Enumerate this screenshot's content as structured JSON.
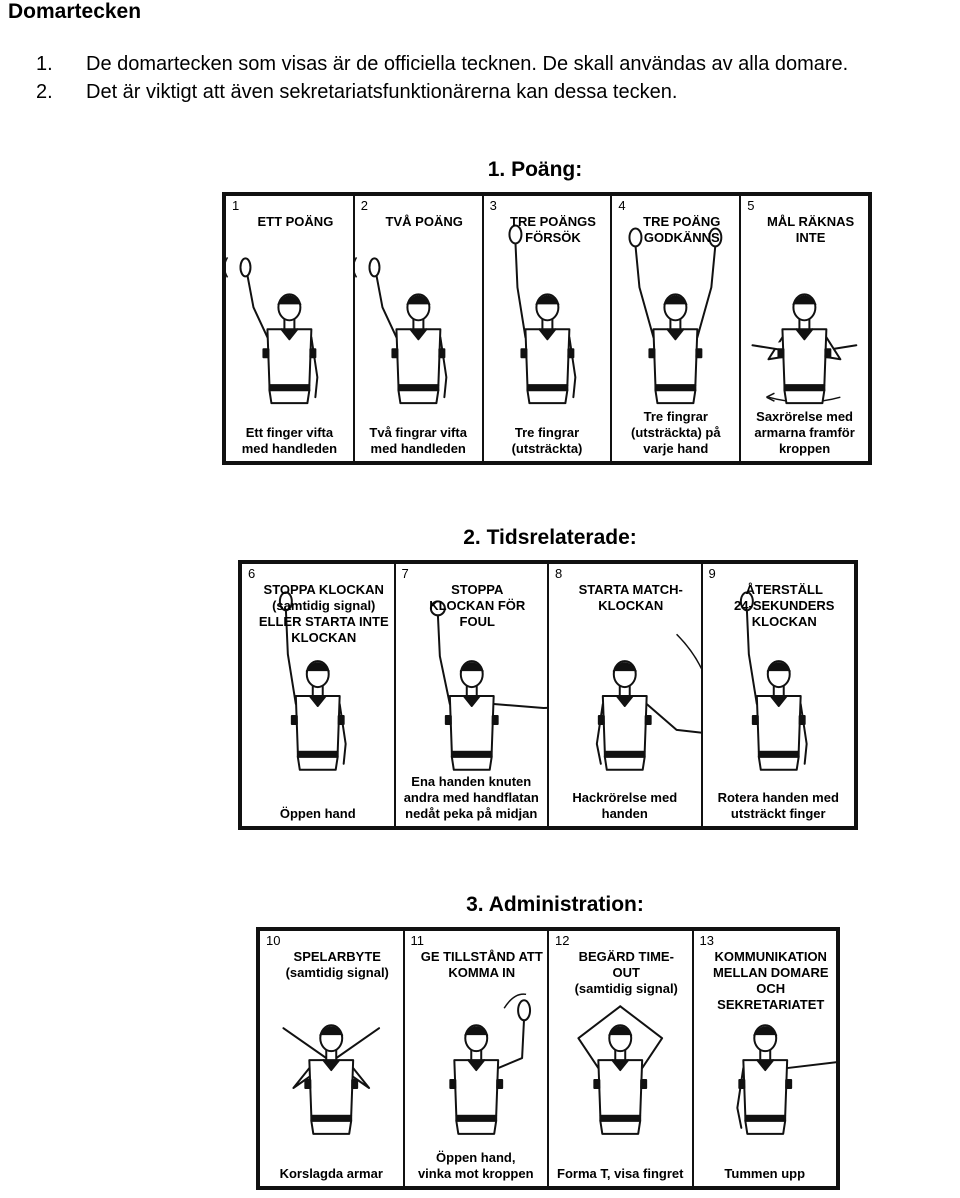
{
  "document": {
    "title": "Domartecken",
    "intro": [
      {
        "num": "1.",
        "text": "De domartecken som visas är de officiella tecknen. De skall användas av alla domare."
      },
      {
        "num": "2.",
        "text": "Det är viktigt att även sekretariatsfunktionärerna kan dessa tecken."
      }
    ]
  },
  "sections": [
    {
      "heading": "1. Poäng:",
      "signals": [
        {
          "num": "1",
          "title": "ETT POÄNG",
          "caption": "Ett finger vifta\nmed handleden",
          "pose": "one-arm-up"
        },
        {
          "num": "2",
          "title": "TVÅ POÄNG",
          "caption": "Två fingrar vifta\nmed handleden",
          "pose": "one-arm-up"
        },
        {
          "num": "3",
          "title": "TRE POÄNGS\nFÖRSÖK",
          "caption": "Tre fingrar\n(utsträckta)",
          "pose": "one-arm-high"
        },
        {
          "num": "4",
          "title": "TRE POÄNG\nGODKÄNNS",
          "caption": "Tre fingrar\n(utsträckta) på\nvarje hand",
          "pose": "two-arms-up"
        },
        {
          "num": "5",
          "title": "MÅL RÄKNAS\nINTE",
          "caption": "Saxrörelse med\narmarna framför\nkroppen",
          "pose": "arms-crossed-low"
        }
      ]
    },
    {
      "heading": "2. Tidsrelaterade:",
      "signals": [
        {
          "num": "6",
          "title": "STOPPA KLOCKAN\n(samtidig signal)\nELLER STARTA INTE\nKLOCKAN",
          "caption": "Öppen hand",
          "pose": "one-arm-high"
        },
        {
          "num": "7",
          "title": "STOPPA\nKLOCKAN FÖR\nFOUL",
          "caption": "Ena handen knuten\nandra med handflatan\nnedåt peka på midjan",
          "pose": "arm-up-arm-out"
        },
        {
          "num": "8",
          "title": "STARTA MATCH-\nKLOCKAN",
          "caption": "Hackrörelse med\nhanden",
          "pose": "chop"
        },
        {
          "num": "9",
          "title": "ÅTERSTÄLL\n24-SEKUNDERS\nKLOCKAN",
          "caption": "Rotera handen med\nutsträckt finger",
          "pose": "one-arm-high"
        }
      ]
    },
    {
      "heading": "3. Administration:",
      "signals": [
        {
          "num": "10",
          "title": "SPELARBYTE\n(samtidig signal)",
          "caption": "Korslagda armar",
          "pose": "arms-x"
        },
        {
          "num": "11",
          "title": "GE TILLSTÅND ATT\nKOMMA IN",
          "caption": "Öppen hand,\nvinka mot kroppen",
          "pose": "back-wave"
        },
        {
          "num": "12",
          "title": "BEGÄRD TIME-OUT\n(samtidig signal)",
          "caption": "Forma T, visa fingret",
          "pose": "t-sign"
        },
        {
          "num": "13",
          "title": "KOMMUNIKATION\nMELLAN DOMARE\nOCH\nSEKRETARIATET",
          "caption": "Tummen upp",
          "pose": "thumb-out"
        }
      ]
    }
  ]
}
